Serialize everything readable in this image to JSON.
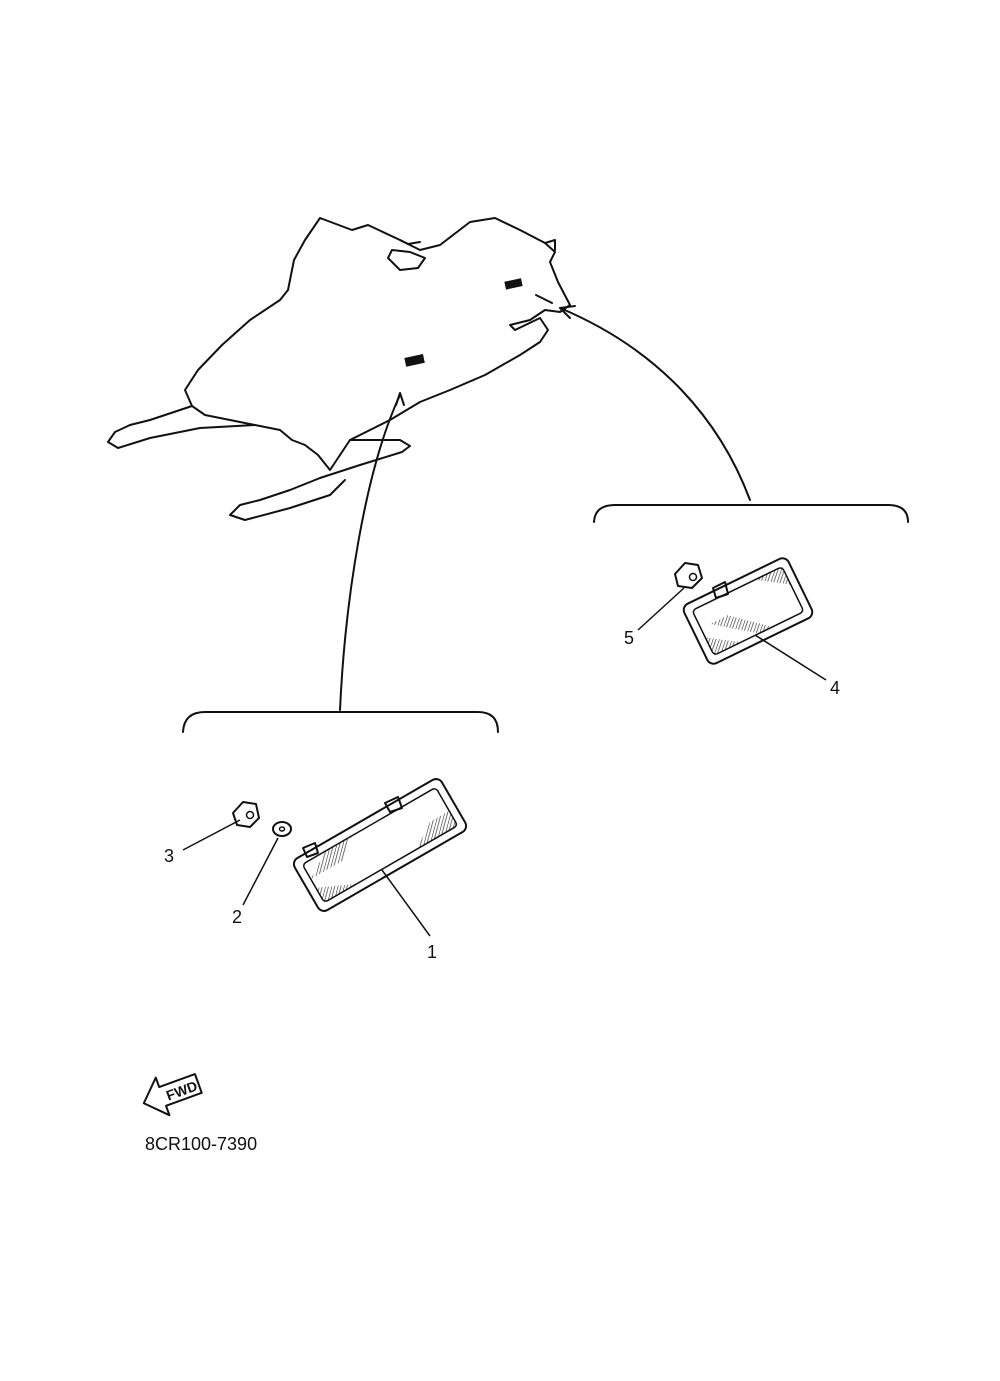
{
  "callouts": [
    {
      "id": "1",
      "part": "reflector-large"
    },
    {
      "id": "2",
      "part": "washer"
    },
    {
      "id": "3",
      "part": "nut"
    },
    {
      "id": "4",
      "part": "reflector-small"
    },
    {
      "id": "5",
      "part": "nut"
    }
  ],
  "fwd_label": "FWD",
  "drawing_code": "8CR100-7390",
  "colors": {
    "line": "#111111",
    "background": "#ffffff"
  }
}
